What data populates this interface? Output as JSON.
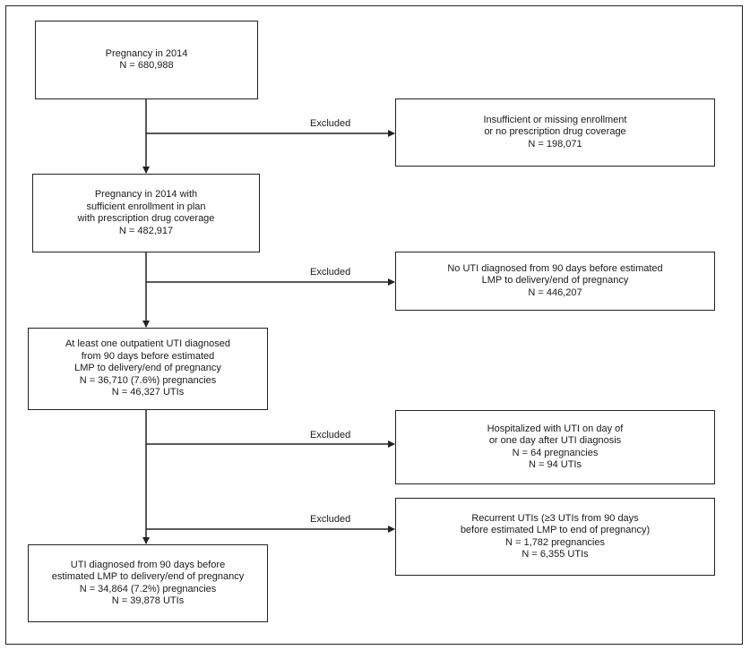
{
  "main_boxes": [
    {
      "lines": [
        "Pregnancy in 2014",
        "N = 680,988"
      ]
    },
    {
      "lines": [
        "Pregnancy in 2014 with",
        "sufficient enrollment in plan",
        "with prescription drug coverage",
        "N = 482,917"
      ]
    },
    {
      "lines": [
        "At least one outpatient UTI diagnosed",
        "from 90 days before estimated",
        "LMP to delivery/end of pregnancy",
        "N = 36,710 (7.6%) pregnancies",
        "N = 46,327 UTIs"
      ]
    },
    {
      "lines": [
        "UTI diagnosed from 90 days before",
        "estimated LMP to delivery/end of pregnancy",
        "N = 34,864 (7.2%) pregnancies",
        "N = 39,878 UTIs"
      ]
    }
  ],
  "excluded_boxes": [
    {
      "label": "Excluded",
      "lines": [
        "Insufficient or missing enrollment",
        "or no prescription drug coverage",
        "N = 198,071"
      ]
    },
    {
      "label": "Excluded",
      "lines": [
        "No UTI diagnosed from 90 days before estimated",
        "LMP to delivery/end of pregnancy",
        "N = 446,207"
      ]
    },
    {
      "label": "Excluded",
      "lines": [
        "Hospitalized with UTI on day of",
        "or one day after UTI diagnosis",
        "N = 64 pregnancies",
        "N = 94 UTIs"
      ]
    },
    {
      "label": "Excluded",
      "lines": [
        "Recurrent UTIs (≥3 UTIs from 90 days",
        "before estimated LMP to end of pregnancy)",
        "N = 1,782 pregnancies",
        "N = 6,355 UTIs"
      ]
    }
  ]
}
